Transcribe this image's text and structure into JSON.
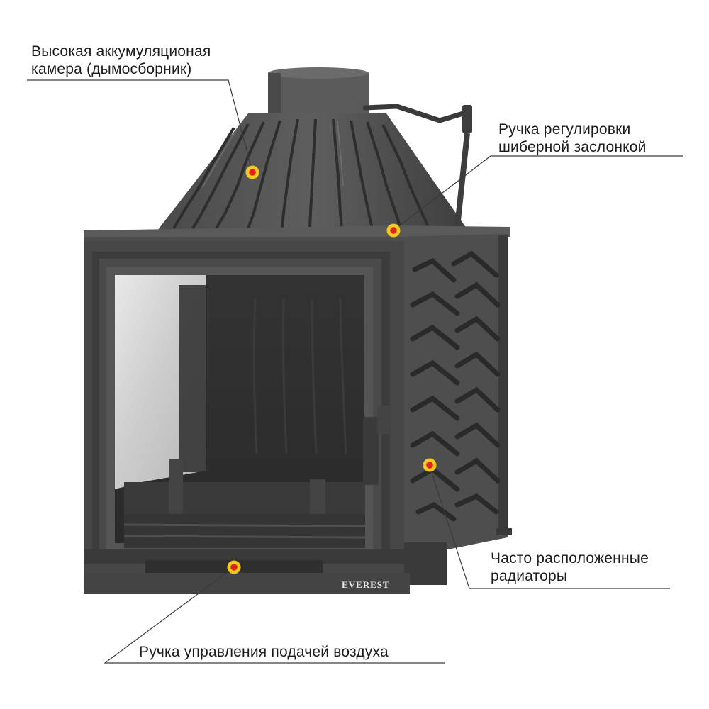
{
  "callouts": {
    "smoke_chamber": {
      "line1": "Высокая аккумуляционая",
      "line2": "камера (дымосборник)"
    },
    "damper_handle": {
      "line1": "Ручка регулировки",
      "line2": "шиберной заслонкой"
    },
    "radiators": {
      "line1": "Часто расположенные",
      "line2": "радиаторы"
    },
    "air_control": {
      "line1": "Ручка управления подачей воздуха"
    }
  },
  "brand_logo": "EVEREST",
  "colors": {
    "marker_fill": "#f7d21e",
    "marker_center": "#e0241b",
    "leader_line": "#3a3a3a",
    "iron_dark": "#3b3b3b",
    "iron_mid": "#555555",
    "glass": "#d9d9d9"
  }
}
